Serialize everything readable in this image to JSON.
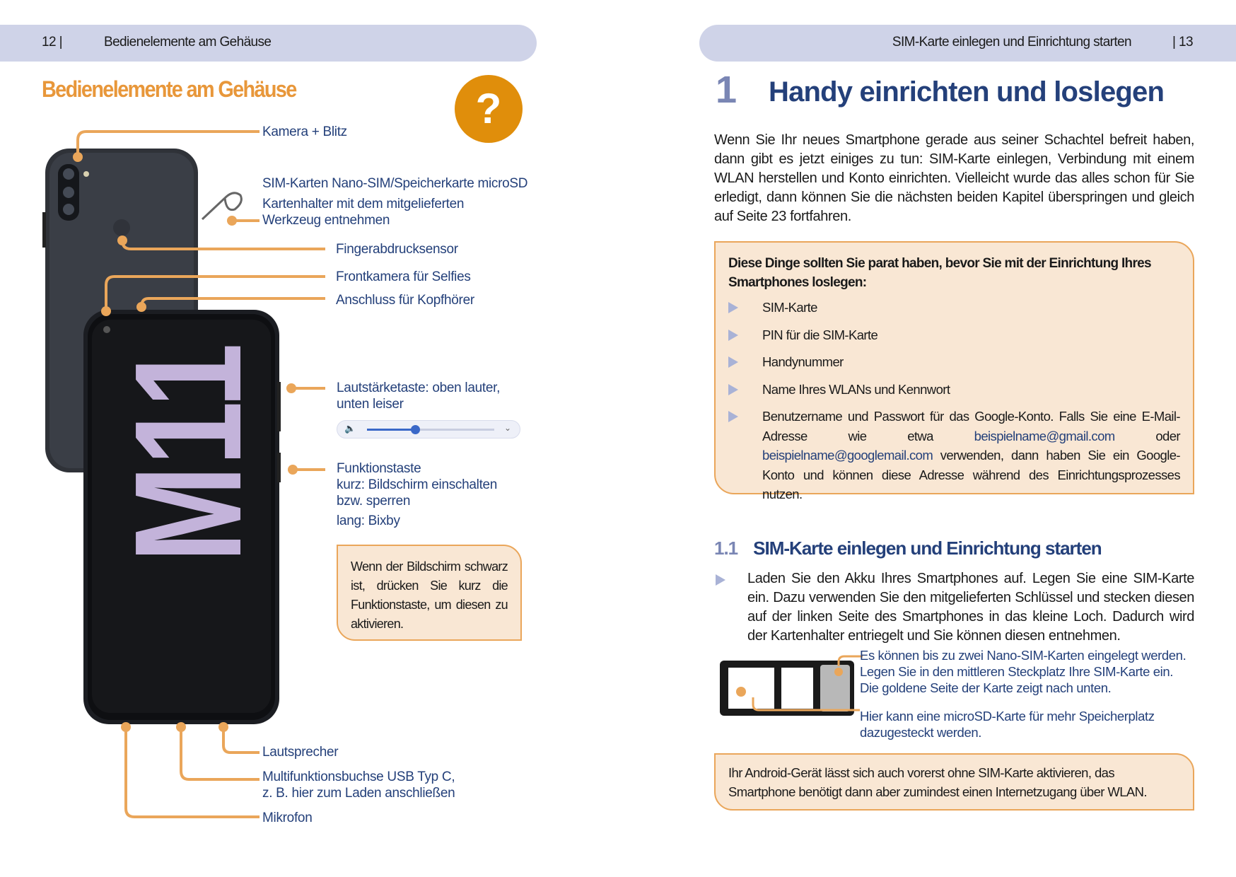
{
  "left_page": {
    "page_number": "12 |",
    "running_head": "Bedienelemente am Gehäuse",
    "title": "Bedienelemente am Gehäuse",
    "help_icon": "?",
    "phone_logo": "M11",
    "labels": {
      "camera": "Kamera + Blitz",
      "sim_1": "SIM-Karten Nano-SIM/Speicherkarte microSD",
      "sim_2": "Kartenhalter mit dem mitgelieferten",
      "sim_3": "Werkzeug entnehmen",
      "fingerprint": "Fingerabdrucksensor",
      "front_camera": "Frontkamera für Selfies",
      "headphone": "Anschluss für Kopfhörer",
      "volume_1": "Lautstärketaste: oben lauter,",
      "volume_2": "unten leiser",
      "function_1": "Funktionstaste",
      "function_2": "kurz: Bildschirm einschalten",
      "function_3": "bzw. sperren",
      "function_4": "lang: Bixby",
      "speaker": "Lautsprecher",
      "usb_1": "Multifunktionsbuchse USB Typ C,",
      "usb_2": "z. B. hier zum Laden anschließen",
      "microphone": "Mikrofon"
    },
    "volume_slider": {
      "value": 0.38
    },
    "note": "Wenn der Bildschirm schwarz ist, drücken Sie kurz die Funktionstaste, um diesen zu aktivieren."
  },
  "right_page": {
    "page_number": "| 13",
    "running_head": "SIM-Karte einlegen und Einrichtung starten",
    "chapter_number": "1",
    "chapter_title": "Handy einrichten und loslegen",
    "intro": "Wenn Sie Ihr neues Smartphone gerade aus seiner Schachtel befreit haben, dann gibt es jetzt einiges zu tun: SIM-Karte einlegen, Verbindung mit einem WLAN herstellen und Konto einrichten. Vielleicht wurde das alles schon für Sie erledigt, dann können Sie die nächsten beiden Kapitel überspringen und gleich auf Seite 23 fortfahren.",
    "checklist": {
      "heading": "Diese Dinge sollten Sie parat haben, bevor Sie mit der Einrichtung Ihres Smartphones loslegen:",
      "items": [
        "SIM-Karte",
        "PIN für die SIM-Karte",
        "Handynummer",
        "Name Ihres WLANs und Kennwort"
      ],
      "last_item": {
        "before": "Benutzername und Passwort für das Google-Konto. Falls Sie eine E-Mail-Adresse wie etwa ",
        "link1": "beispielname@gmail.com",
        "middle": " oder ",
        "link2": "beispielname@googlemail.com",
        "after": " verwenden, dann haben Sie ein Google-Konto und können diese Adresse während des Einrichtungsprozesses nutzen."
      }
    },
    "section": {
      "number": "1.1",
      "title": "SIM-Karte einlegen und Einrichtung starten",
      "step": "Laden Sie den Akku Ihres Smartphones auf. Legen Sie eine SIM-Karte ein. Dazu verwenden Sie den mitgelieferten Schlüssel und stecken diesen auf der linken Seite des Smartphones in das kleine Loch. Dadurch wird der Kartenhalter entriegelt und Sie können diesen entnehmen.",
      "tray_annotation_1": "Es können bis zu zwei Nano-SIM-Karten eingelegt werden. Legen Sie in den mittleren Steckplatz Ihre SIM-Karte ein. Die goldene Seite der Karte zeigt nach unten.",
      "tray_annotation_2": "Hier kann eine microSD-Karte für mehr Speicherplatz dazugesteckt werden."
    },
    "note": "Ihr Android-Gerät lässt sich auch vorerst ohne SIM-Karte aktivieren, das Smartphone benötigt dann aber zumindest einen Internetzugang über WLAN."
  },
  "colors": {
    "accent_orange": "#e8973a",
    "heading_blue": "#24407a",
    "header_band": "#cfd3e8",
    "note_fill": "#f9e7d4"
  }
}
